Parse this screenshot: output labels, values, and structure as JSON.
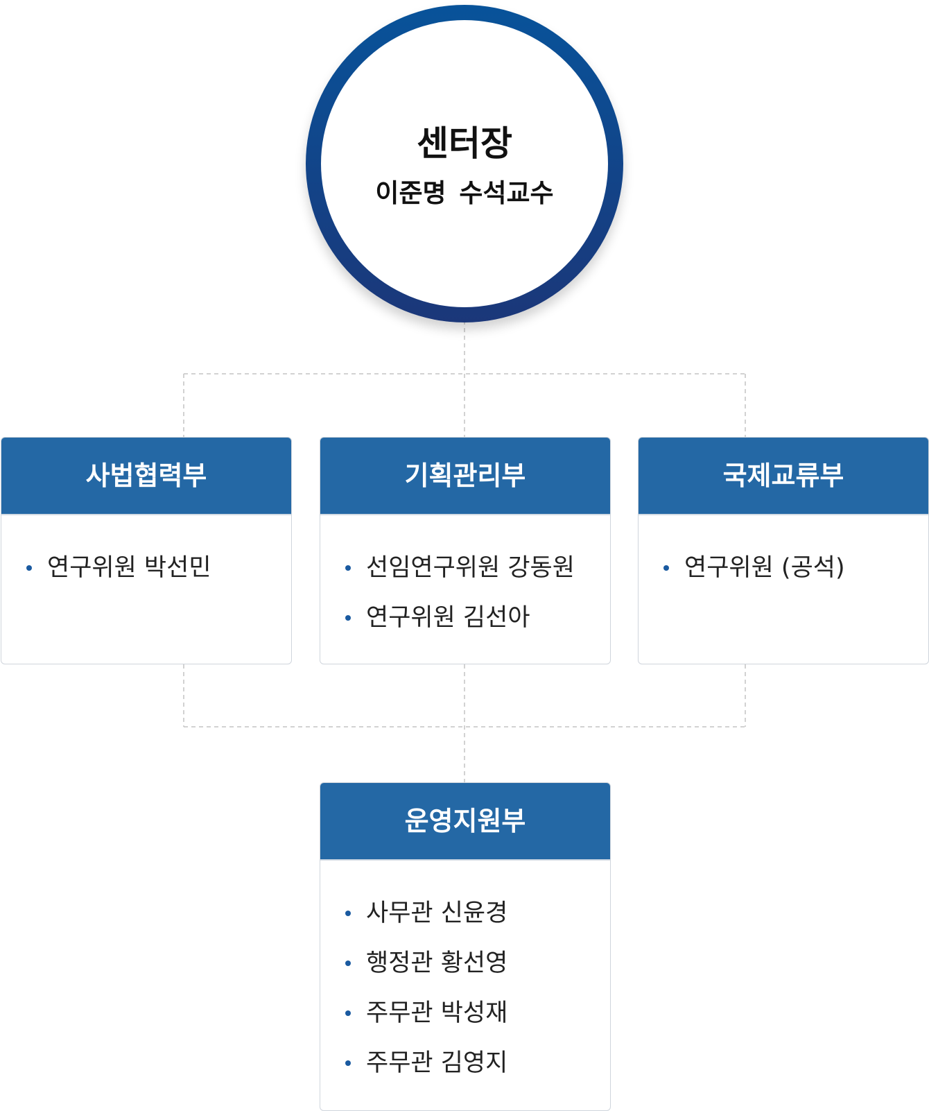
{
  "head": {
    "title": "센터장",
    "name": "이준명 수석교수"
  },
  "departments": [
    {
      "title": "사법협력부",
      "members": [
        "연구위원 박선민"
      ]
    },
    {
      "title": "기획관리부",
      "members": [
        "선임연구위원 강동원",
        "연구위원 김선아"
      ]
    },
    {
      "title": "국제교류부",
      "members": [
        "연구위원 (공석)"
      ]
    },
    {
      "title": "운영지원부",
      "members": [
        "사무관 신윤경",
        "행정관 황선영",
        "주무관 박성재",
        "주무관 김영지"
      ]
    }
  ],
  "colors": {
    "circle_ring_top": "#08539a",
    "circle_ring_bottom": "#1b3779",
    "department_header": "#2468a5",
    "bullet": "#1a5aa0",
    "connector_line": "#c4c4c4"
  }
}
